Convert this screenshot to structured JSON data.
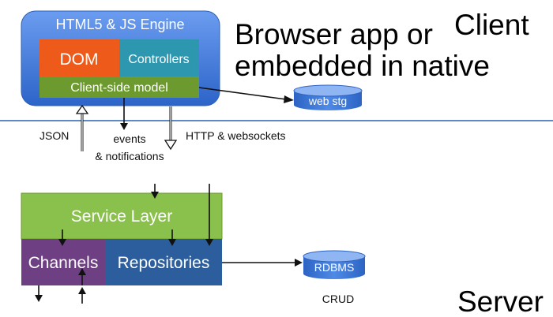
{
  "colors": {
    "engine_box": "#3f78d8",
    "dom": "#ee5a1a",
    "controllers": "#2e97b0",
    "client_model": "#6c9a2e",
    "divider": "#5c8ac6",
    "service_layer": "#8ac04c",
    "channels": "#6f3f84",
    "repositories": "#2c5d9c",
    "cylinder": "#3d79d8"
  },
  "client": {
    "engine_title": "HTML5 & JS Engine",
    "dom": "DOM",
    "controllers": "Controllers",
    "model": "Client-side model",
    "side_line1": "Browser app or",
    "side_line2": "embedded in native",
    "section_label": "Client",
    "storage": "web stg"
  },
  "links": {
    "json": "JSON",
    "events_line1": "events",
    "events_line2": "& notifications",
    "http": "HTTP & websockets"
  },
  "server": {
    "service_layer": "Service Layer",
    "channels": "Channels",
    "repositories": "Repositories",
    "db": "RDBMS",
    "crud": "CRUD",
    "section_label": "Server"
  }
}
